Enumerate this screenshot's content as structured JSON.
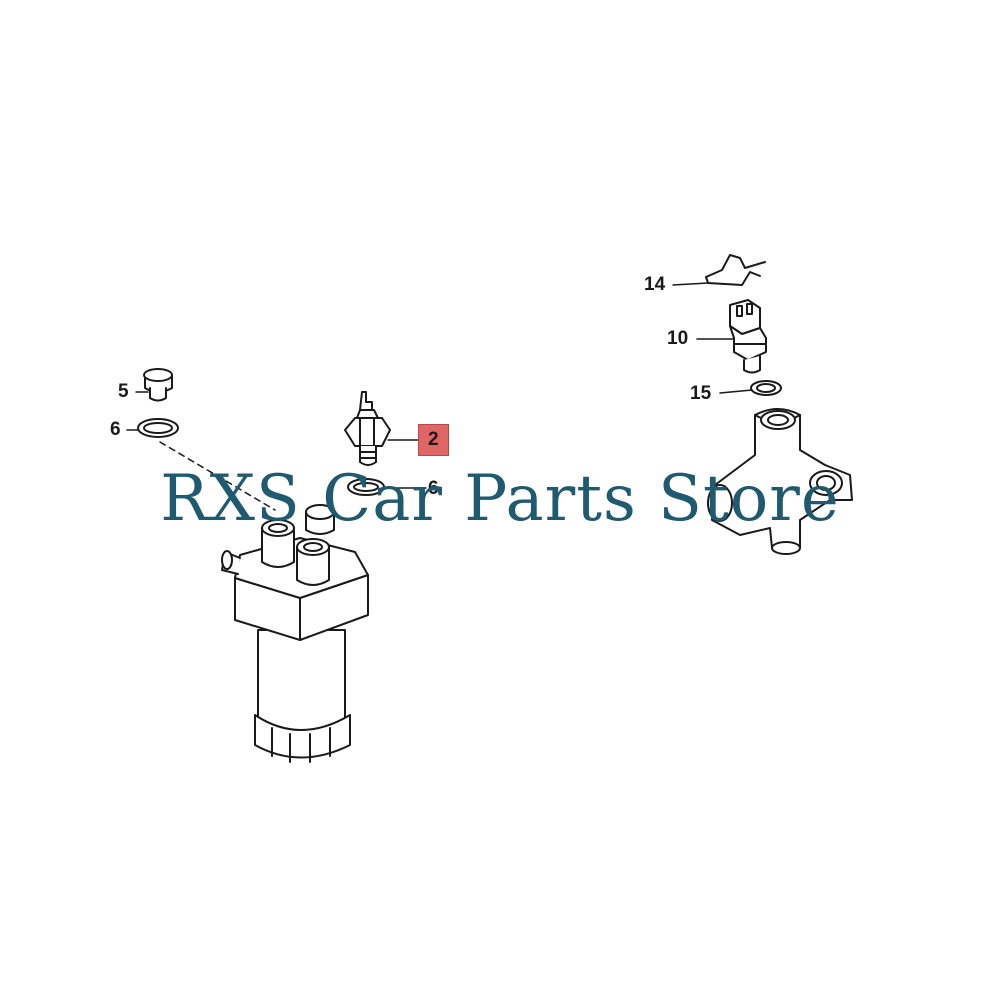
{
  "callouts": [
    {
      "id": "c5",
      "label": "5"
    },
    {
      "id": "c6a",
      "label": "6"
    },
    {
      "id": "c2",
      "label": "2",
      "highlighted": true,
      "highlight_color": "#e06666"
    },
    {
      "id": "c6b",
      "label": "6"
    },
    {
      "id": "c14",
      "label": "14"
    },
    {
      "id": "c10",
      "label": "10"
    },
    {
      "id": "c15",
      "label": "15"
    }
  ],
  "watermark": {
    "text": "RXS Car Parts Store",
    "color": "#1f5a70"
  },
  "colors": {
    "line": "#1a1a1a",
    "part_fill": "#ffffff",
    "background": "#ffffff"
  }
}
